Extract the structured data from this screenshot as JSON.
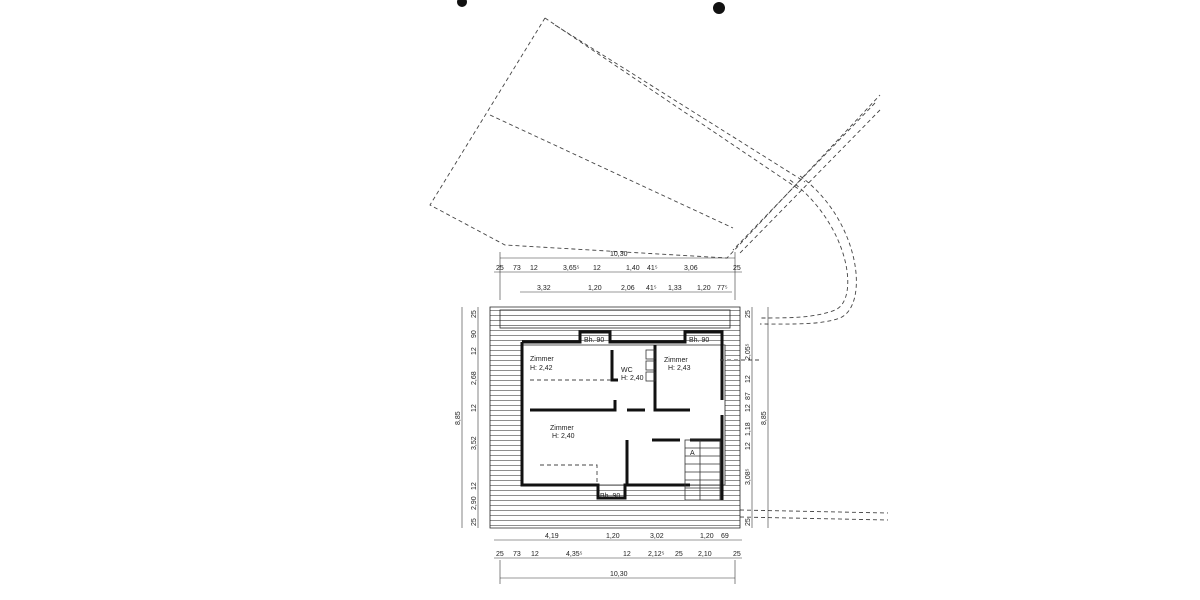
{
  "dimensions": {
    "top_overall": "10,30",
    "top_row1": [
      "25",
      "73",
      "12",
      "3,65⁵",
      "12",
      "1,40",
      "41⁵",
      "3,06",
      "25"
    ],
    "top_row2": [
      "3,32",
      "1,20",
      "2,06",
      "41⁵",
      "1,33",
      "1,20",
      "77⁵"
    ],
    "bottom_row1": [
      "4,19",
      "1,20",
      "3,02",
      "1,20",
      "69"
    ],
    "bottom_row2": [
      "25",
      "73",
      "12",
      "4,35⁵",
      "12",
      "2,12⁵",
      "25",
      "2,10",
      "25"
    ],
    "bottom_overall": "10,30",
    "left_overall": "8,85",
    "left_chain": [
      "25",
      "90",
      "12",
      "2,68",
      "12",
      "3,52",
      "12",
      "2,90",
      "25"
    ],
    "right_overall": "8,85",
    "right_chain": [
      "25",
      "2,05⁵",
      "12",
      "87",
      "12",
      "1,18",
      "12",
      "3,08⁵",
      "25"
    ]
  },
  "rooms": [
    {
      "name": "Zimmer",
      "height": "H: 2,42"
    },
    {
      "name": "WC",
      "height": "H: 2,40"
    },
    {
      "name": "Zimmer",
      "height": "H: 2,43"
    },
    {
      "name": "Zimmer",
      "height": "H: 2,40"
    }
  ],
  "labels": {
    "bh_top_left": "Bh. 90",
    "bh_top_right": "Bh. 90",
    "bh_bottom": "Bh. 90",
    "stair_arrow": "A"
  }
}
